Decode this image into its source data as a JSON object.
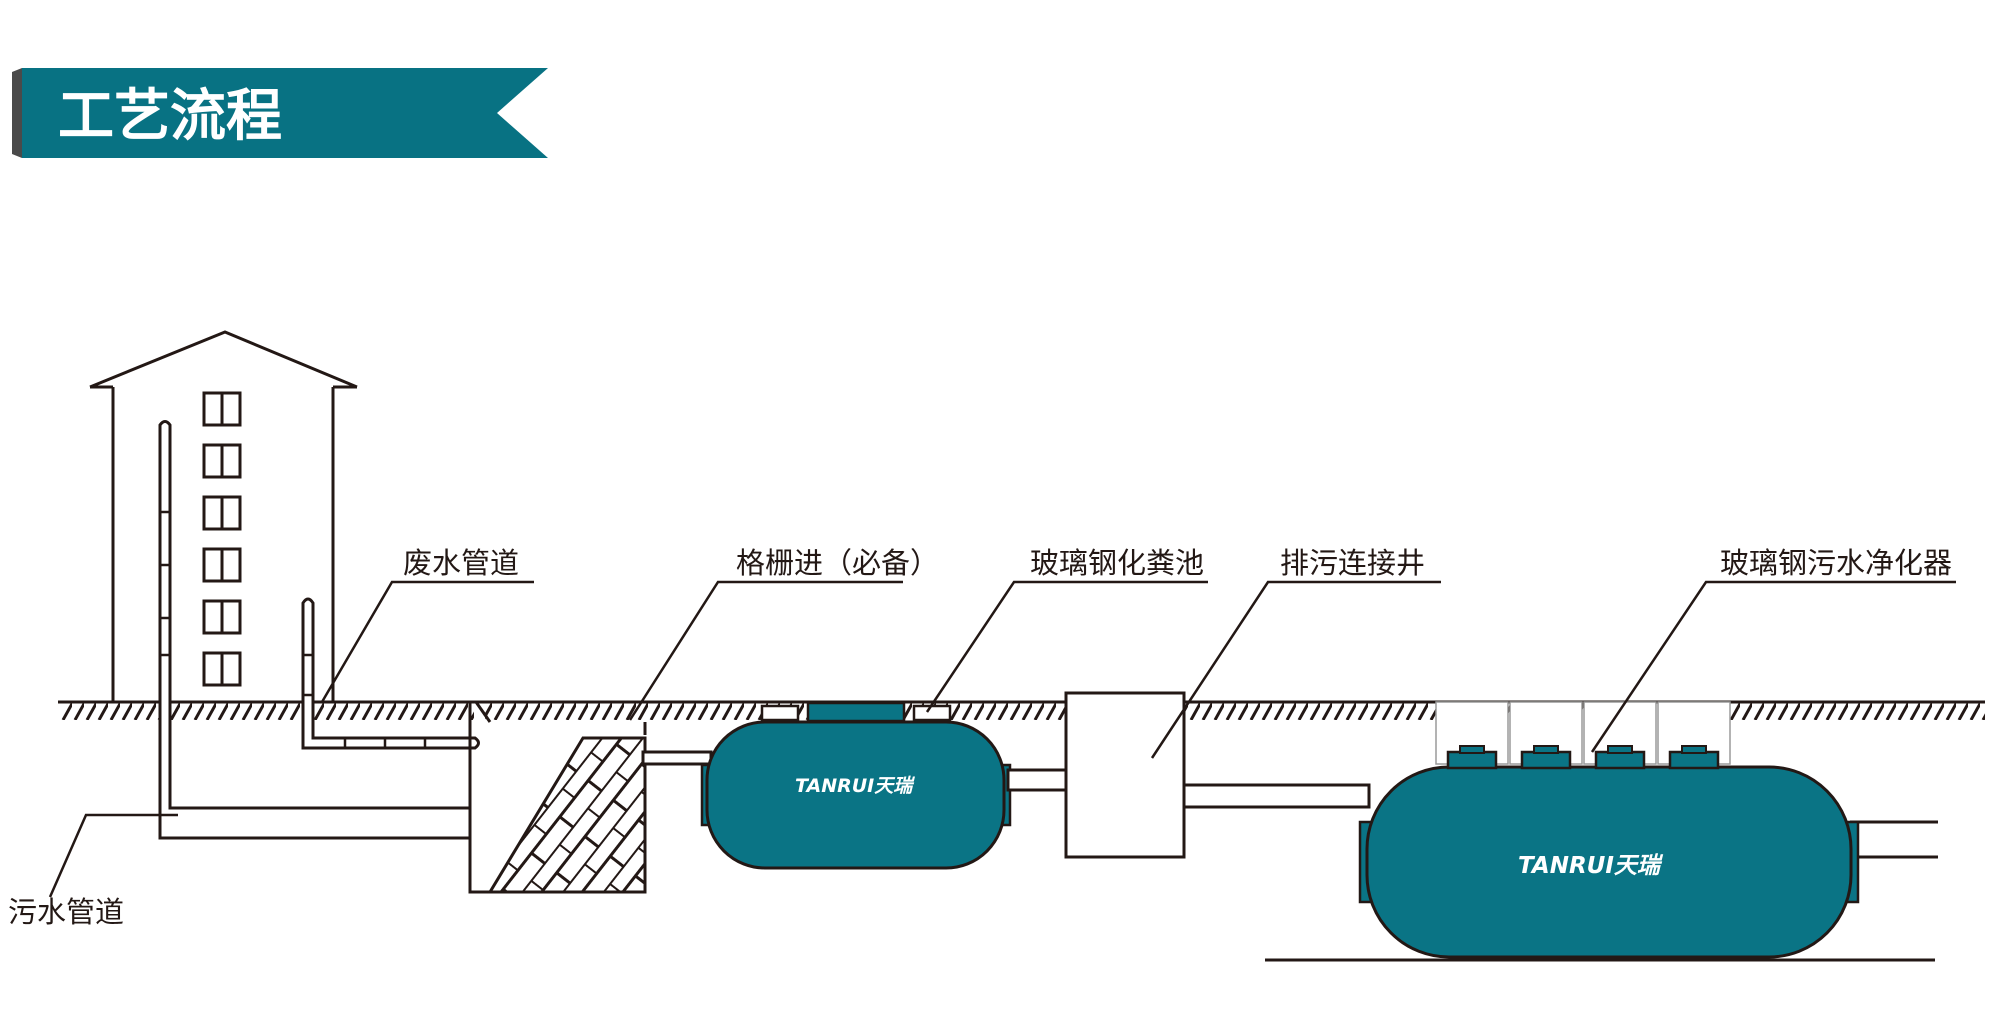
{
  "header": {
    "title": "工艺流程",
    "color_teal": "#087283",
    "color_dark": "#4a4a4a"
  },
  "labels": {
    "wastewater_pipe": "废水管道",
    "sewage_pipe": "污水管道",
    "grille_inlet": "格栅进（必备）",
    "frp_septic_tank": "玻璃钢化粪池",
    "drain_connection_well": "排污连接井",
    "frp_sewage_purifier": "玻璃钢污水净化器"
  },
  "brand": {
    "logo_text": "TANRUI天瑞"
  },
  "colors": {
    "tank_fill": "#0a7485",
    "line": "#231815"
  }
}
